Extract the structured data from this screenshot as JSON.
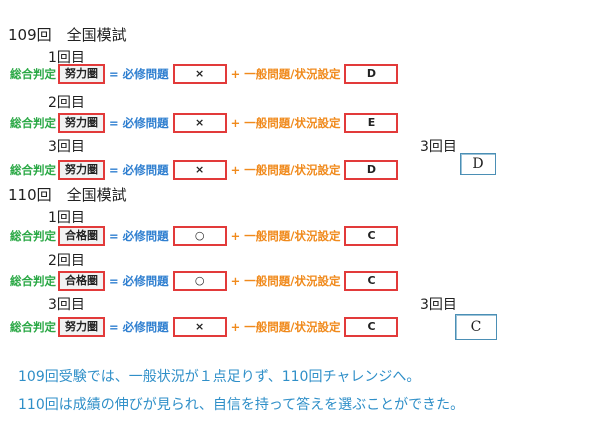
{
  "sections": [
    {
      "heading": "109回　全国模試",
      "rows": [
        {
          "attempt": "1回目",
          "label": "総合判定",
          "zone": "努力圏",
          "equals": "= 必修問題",
          "hissyu": "×",
          "plus": "+ 一般問題/状況設定",
          "ippan": "D"
        },
        {
          "attempt": "2回目",
          "label": "総合判定",
          "zone": "努力圏",
          "equals": "= 必修問題",
          "hissyu": "×",
          "plus": "+ 一般問題/状況設定",
          "ippan": "E"
        },
        {
          "attempt": "3回目",
          "label": "総合判定",
          "zone": "努力圏",
          "equals": "= 必修問題",
          "hissyu": "×",
          "plus": "+ 一般問題/状況設定",
          "ippan": "D"
        }
      ],
      "side_attempt": "3回目",
      "side_grade": "D"
    },
    {
      "heading": "110回　全国模試",
      "rows": [
        {
          "attempt": "1回目",
          "label": "総合判定",
          "zone": "合格圏",
          "equals": "= 必修問題",
          "hissyu": "○",
          "plus": "+ 一般問題/状況設定",
          "ippan": "C"
        },
        {
          "attempt": "2回目",
          "label": "総合判定",
          "zone": "合格圏",
          "equals": "= 必修問題",
          "hissyu": "○",
          "plus": "+ 一般問題/状況設定",
          "ippan": "C"
        },
        {
          "attempt": "3回目",
          "label": "総合判定",
          "zone": "努力圏",
          "equals": "= 必修問題",
          "hissyu": "×",
          "plus": "+ 一般問題/状況設定",
          "ippan": "C"
        }
      ],
      "side_attempt": "3回目",
      "side_grade": "C"
    }
  ],
  "notes": [
    "109回受験では、一般状況が１点足りず、110回チャレンジへ。",
    "110回は成績の伸びが見られ、自信を持って答えを選ぶことができた。"
  ]
}
